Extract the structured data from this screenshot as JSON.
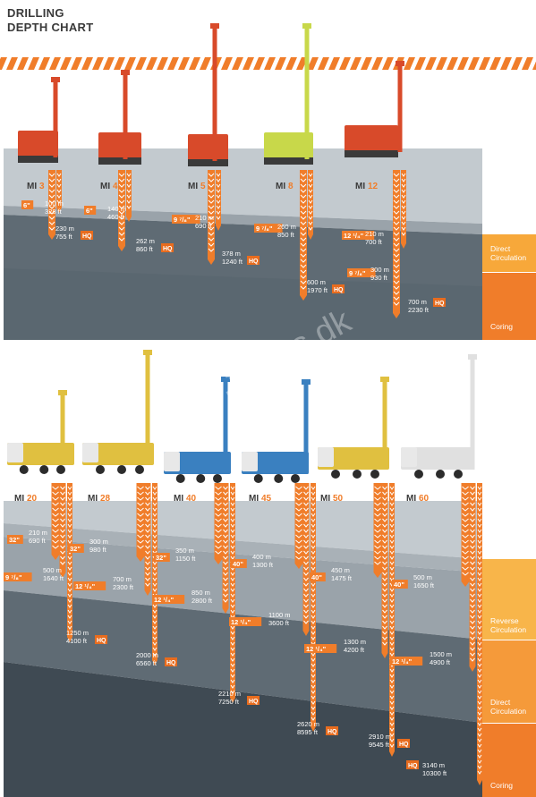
{
  "title_line1": "DRILLING",
  "title_line2": "DEPTH CHART",
  "watermark": "www.fymas.dk",
  "colors": {
    "orange": "#f07d2a",
    "dark_orange": "#e86c1e",
    "surface": "#c3cacf",
    "layer1": "#9aa3aa",
    "layer2": "#5f6b74",
    "layer3": "#3f4a53",
    "legend_direct": "#f7a83a",
    "legend_coring": "#f07d2a",
    "legend_reverse": "#f8b54a"
  },
  "legend_top": [
    {
      "label": "Direct\nCirculation"
    },
    {
      "label": "Coring"
    }
  ],
  "legend_bottom": [
    {
      "label": "Reverse\nCirculation"
    },
    {
      "label": "Direct\nCirculation"
    },
    {
      "label": "Coring"
    }
  ],
  "rigs_top": [
    {
      "model_prefix": "MI",
      "model_num": "3",
      "dia1": "6\"",
      "d1_m": "100 m",
      "d1_ft": "328 ft",
      "d2_m": "230 m",
      "d2_ft": "755 ft",
      "core": "HQ"
    },
    {
      "model_prefix": "MI",
      "model_num": "4",
      "dia1": "6\"",
      "d1_m": "140 m",
      "d1_ft": "460 ft",
      "d2_m": "262 m",
      "d2_ft": "860 ft",
      "core": "HQ"
    },
    {
      "model_prefix": "MI",
      "model_num": "5",
      "dia1": "9 ⁷/₈\"",
      "d1_m": "210 m",
      "d1_ft": "690 ft",
      "d2_m": "378 m",
      "d2_ft": "1240 ft",
      "core": "HQ"
    },
    {
      "model_prefix": "MI",
      "model_num": "8",
      "dia1": "9 ⁷/₈\"",
      "d1_m": "260 m",
      "d1_ft": "850 ft",
      "d2_m": "600 m",
      "d2_ft": "1970 ft",
      "core": "HQ"
    },
    {
      "model_prefix": "MI",
      "model_num": "12",
      "dia1": "12 ¹/₄\"",
      "d1_m": "210 m",
      "d1_ft": "700 ft",
      "dia2": "9 ⁷/₈\"",
      "d2_m": "300 m",
      "d2_ft": "930 ft",
      "d3_m": "700 m",
      "d3_ft": "2230 ft",
      "core": "HQ"
    }
  ],
  "rigs_bottom": [
    {
      "model_prefix": "MI",
      "model_num": "20",
      "dia1": "32\"",
      "d1_m": "210 m",
      "d1_ft": "690 ft",
      "dia2": "9 ⁷/₈\"",
      "d2_m": "500 m",
      "d2_ft": "1640 ft",
      "d3_m": "1250 m",
      "d3_ft": "4100 ft",
      "core": "HQ"
    },
    {
      "model_prefix": "MI",
      "model_num": "28",
      "dia1": "32\"",
      "d1_m": "300 m",
      "d1_ft": "980 ft",
      "dia2": "12 ¹/₄\"",
      "d2_m": "700 m",
      "d2_ft": "2300 ft",
      "d3_m": "2000 m",
      "d3_ft": "6560 ft",
      "core": "HQ"
    },
    {
      "model_prefix": "MI",
      "model_num": "40",
      "dia1": "32\"",
      "d1_m": "350 m",
      "d1_ft": "1150 ft",
      "dia2": "12 ¹/₄\"",
      "d2_m": "850 m",
      "d2_ft": "2800 ft",
      "d3_m": "2210 m",
      "d3_ft": "7250 ft",
      "core": "HQ"
    },
    {
      "model_prefix": "MI",
      "model_num": "45",
      "dia1": "40\"",
      "d1_m": "400 m",
      "d1_ft": "1300 ft",
      "dia2": "12 ¹/₄\"",
      "d2_m": "1100 m",
      "d2_ft": "3600 ft",
      "d3_m": "2620 m",
      "d3_ft": "8595 ft",
      "core": "HQ"
    },
    {
      "model_prefix": "MI",
      "model_num": "50",
      "dia1": "40\"",
      "d1_m": "450 m",
      "d1_ft": "1475 ft",
      "dia2": "12 ¹/₄\"",
      "d2_m": "1300 m",
      "d2_ft": "4200 ft",
      "d3_m": "2910 m",
      "d3_ft": "9545 ft",
      "core": "HQ"
    },
    {
      "model_prefix": "MI",
      "model_num": "60",
      "dia1": "40\"",
      "d1_m": "500 m",
      "d1_ft": "1650 ft",
      "dia2": "12 ¹/₄\"",
      "d2_m": "1500 m",
      "d2_ft": "4900 ft",
      "d3_m": "3140 m",
      "d3_ft": "10300 ft",
      "core": "HQ"
    }
  ]
}
